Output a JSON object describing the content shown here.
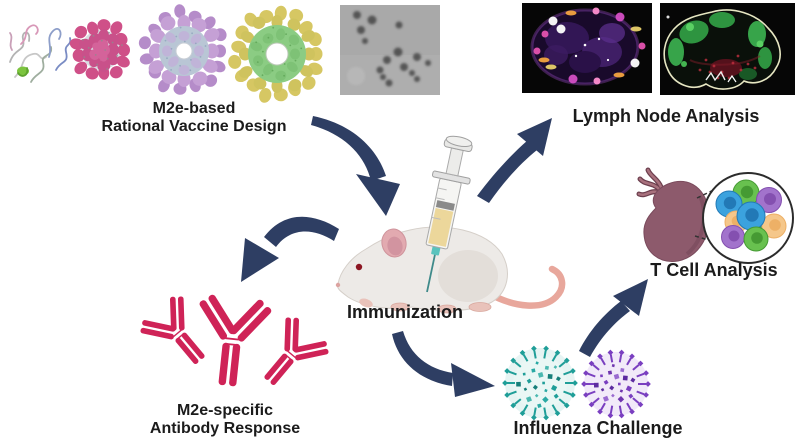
{
  "background": "#ffffff",
  "labels": {
    "vaccine_design_line1": "M2e-based",
    "vaccine_design_line2": "Rational Vaccine Design",
    "lymph_node_analysis": "Lymph Node Analysis",
    "immunization": "Immunization",
    "antibody_line1": "M2e-specific",
    "antibody_line2": "Antibody Response",
    "t_cell_analysis": "T Cell Analysis",
    "influenza_challenge": "Influenza Challenge"
  },
  "icons": {
    "protein_ribbon": "multicolor ribbon protein squiggle",
    "nanoparticle_pink": "pink spiky protein nanoparticle",
    "nanoparticle_purple": "purple ring nanoparticle with central pore",
    "nanoparticle_green": "green-yellow ring nanoparticle with central pore",
    "em_micrograph": "grayscale electron micrograph with dark particles",
    "lymph_node_image_magenta": "fluorescence lymph node section, purple with magenta rim",
    "lymph_node_image_green": "fluorescence lymph node section, green rim on black",
    "mouse": "white laboratory mouse",
    "syringe": "syringe with yellow vaccine and teal needle hub",
    "antibodies": "three crimson Y-shaped antibodies",
    "spleen": "mauve spleen organ with vessels",
    "t_cell_cluster": "magnifying circle with cluster of colored cells",
    "virus_teal": "teal influenza virion",
    "virus_purple": "purple influenza virion",
    "arrows": "navy tapered workflow arrows"
  },
  "colors": {
    "arrow_navy": "#2e3e63",
    "antibody_crimson": "#cf2357",
    "virus_teal": "#1f9e98",
    "virus_purple": "#7a3fc0",
    "spleen_mauve": "#8d5a6c",
    "mouse_body": "#edeae7",
    "mouse_pink": "#e8a79c",
    "label_text": "#1b1b1b"
  }
}
